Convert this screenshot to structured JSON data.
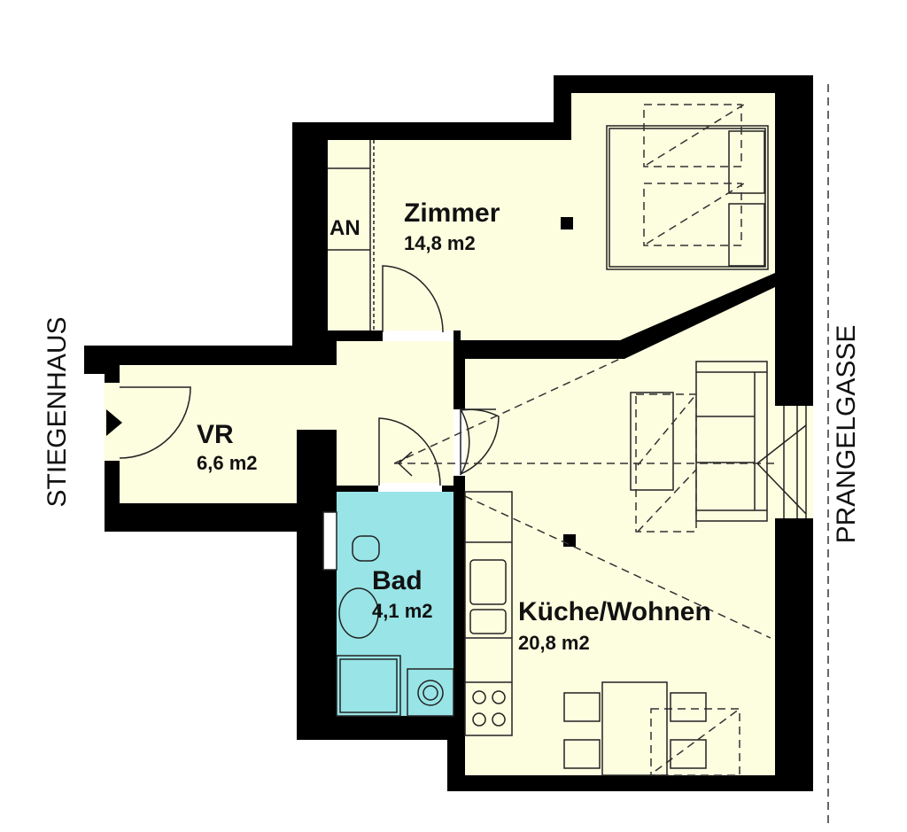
{
  "colors": {
    "wall": "#000000",
    "floor": "#FDFDE0",
    "bath": "#98E4E6"
  },
  "rooms": [
    {
      "name": "Zimmer",
      "area": "14,8 m2"
    },
    {
      "name": "VR",
      "area": "6,6 m2"
    },
    {
      "name": "Bad",
      "area": "4,1 m2"
    },
    {
      "name": "Küche/Wohnen",
      "area": "20,8 m2"
    }
  ],
  "closet_label": "AN",
  "outside": {
    "left": "STIEGENHAUS",
    "right": "PRANGELGASSE"
  }
}
